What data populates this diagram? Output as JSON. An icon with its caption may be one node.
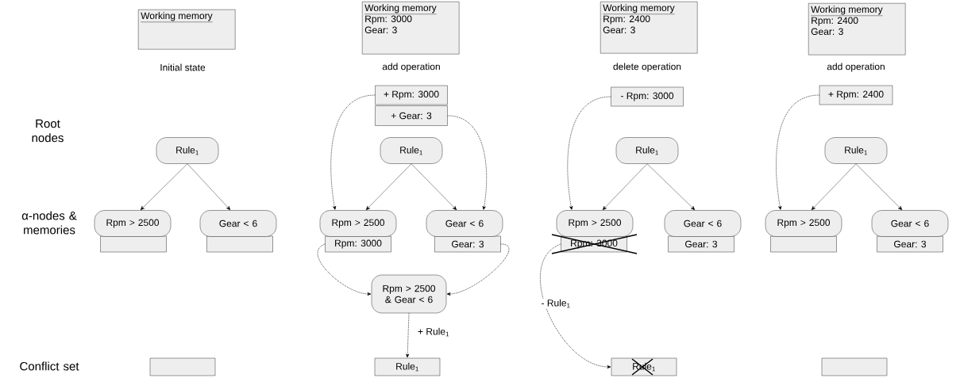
{
  "diagram": {
    "nodes": [
      {
        "text": [
          "Working memory"
        ]
      },
      {
        "text": [
          "Rule$_{1}$"
        ]
      },
      {
        "text": [
          "Rpm > 2500"
        ]
      },
      {
        "text": [],
        "shape": "box"
      },
      {
        "text": [
          "Gear < 6"
        ]
      },
      {
        "text": [],
        "shape": "box"
      },
      {
        "text": [],
        "shape": "box"
      },
      {
        "text": [
          "Working memory",
          "Rpm: 3000",
          "Gear: 3"
        ]
      },
      {
        "text": [
          "+ Rpm: 3000"
        ]
      },
      {
        "text": [
          "+ Gear: 3"
        ]
      },
      {
        "text": [
          "Rule$_{1}$"
        ]
      },
      {
        "text": [
          "Rpm > 2500"
        ]
      },
      {
        "text": [
          "Rpm: 3000"
        ]
      },
      {
        "text": [
          "Gear < 6"
        ]
      },
      {
        "text": [
          "Gear: 3"
        ]
      },
      {
        "text": [
          "Rpm > 2500 & Gear < 6"
        ]
      },
      {
        "text": [
          "Rule$_{1}$"
        ]
      },
      {
        "text": [
          "Working memory",
          "Rpm: 2400",
          "Gear: 3"
        ]
      },
      {
        "text": [
          "- Rpm: 3000"
        ]
      },
      {
        "text": [
          "Rule$_{1}$"
        ]
      },
      {
        "text": [
          "Rpm > 2500"
        ]
      },
      {
        "text": [
          "Rpm: 3000"
        ]
      },
      {
        "text": [
          "Gear < 6"
        ]
      },
      {
        "text": [
          "Gear: 3"
        ]
      },
      {
        "text": [
          "Rule$_{1}$"
        ]
      },
      {
        "text": [
          "Working memory",
          "Rpm: 2400",
          "Gear: 3"
        ]
      },
      {
        "text": [
          "+ Rpm: 2400"
        ]
      },
      {
        "text": [
          "Rule$_{1}$"
        ]
      },
      {
        "text": [
          "Rpm > 2500"
        ]
      },
      {
        "text": [],
        "shape": "box"
      },
      {
        "text": [
          "Gear < 6"
        ]
      },
      {
        "text": [
          "Gear: 3"
        ]
      },
      {
        "text": [],
        "shape": "box"
      }
    ],
    "edges": [
      {
        "from": 1,
        "to": 2,
        "arrow": "to"
      },
      {
        "from": 1,
        "to": 4,
        "arrow": "to"
      },
      {
        "from": 10,
        "to": 11,
        "arrow": "to"
      },
      {
        "from": 10,
        "to": 13,
        "arrow": "to"
      },
      {
        "from": 8,
        "to": 11,
        "arrow": "to",
        "style": "dashed"
      },
      {
        "from": 9,
        "to": 13,
        "arrow": "to",
        "style": "dashed"
      },
      {
        "from": 12,
        "to": 15,
        "arrow": "to",
        "style": "dashed"
      },
      {
        "from": 14,
        "to": 15,
        "arrow": "to",
        "style": "dashed"
      },
      {
        "from": 15,
        "to": 16,
        "arrow": "to",
        "style": "dashed",
        "label": "+ Rule$_{1}$"
      },
      {
        "from": 19,
        "to": 20,
        "arrow": "to"
      },
      {
        "from": 19,
        "to": 22,
        "arrow": "to"
      },
      {
        "from": 18,
        "to": 20,
        "arrow": "to",
        "style": "dashed"
      },
      {
        "from": 21,
        "to": 24,
        "arrow": "to",
        "style": "dashed",
        "label": "- Rule$_{1}$"
      },
      {
        "from": 27,
        "to": 28,
        "arrow": "to"
      },
      {
        "from": 27,
        "to": 30,
        "arrow": "to"
      },
      {
        "from": 26,
        "to": 28,
        "arrow": "to",
        "style": "dashed"
      }
    ],
    "labels": [
      "Initial state",
      "add operation",
      "delete operation",
      "add operation",
      "Root nodes",
      "α-nodes & memories",
      "Conflict set"
    ]
  }
}
